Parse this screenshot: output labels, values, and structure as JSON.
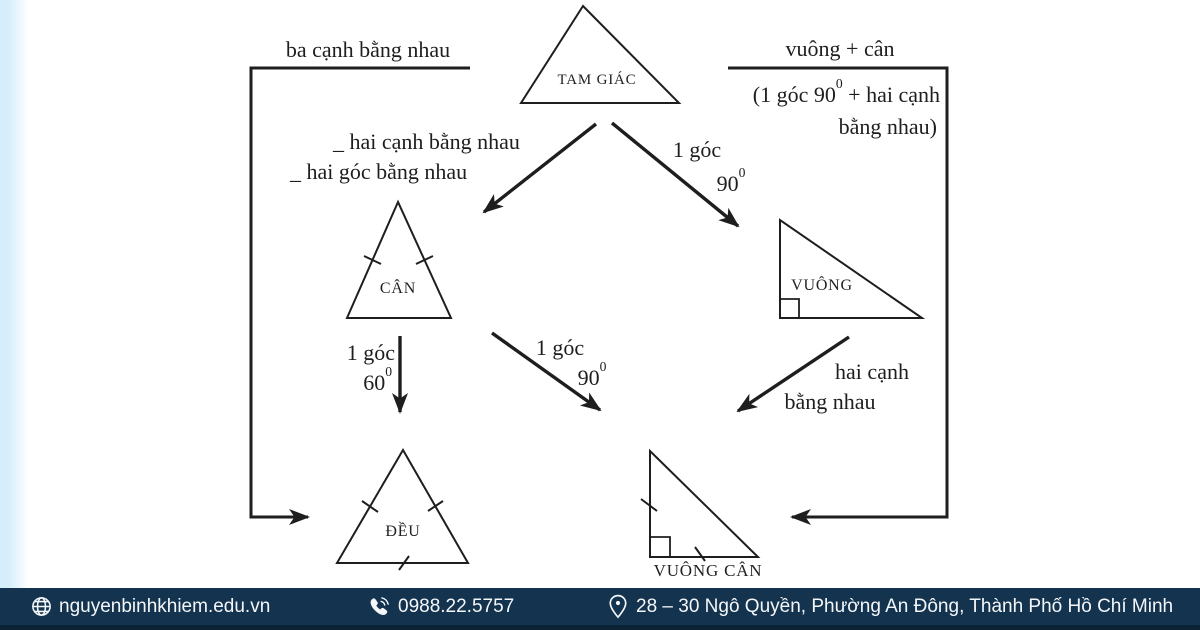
{
  "diagram": {
    "nodes": {
      "tam_giac": "TAM GIÁC",
      "can": "CÂN",
      "vuong": "VUÔNG",
      "deu": "ĐỀU",
      "vuong_can": "VUÔNG CÂN"
    },
    "edges": {
      "tam_giac_to_deu": {
        "label": "ba cạnh bằng nhau"
      },
      "tam_giac_to_vuong_can": {
        "line1": "vuông + cân",
        "line2_pre": "(1 góc 90",
        "line2_sup": "0",
        "line2_post": " + hai cạnh",
        "line3": "bằng nhau)"
      },
      "tam_giac_to_can": {
        "line1": "_ hai cạnh bằng nhau",
        "line2": "_ hai góc bằng nhau"
      },
      "tam_giac_to_vuong": {
        "line1": "1 góc",
        "value": "90",
        "sup": "0"
      },
      "can_to_deu": {
        "line1": "1 góc",
        "value": "60",
        "sup": "0"
      },
      "can_to_vuong_can": {
        "line1": "1 góc",
        "value": "90",
        "sup": "0"
      },
      "vuong_to_vuong_can": {
        "line1": "hai cạnh",
        "line2": "bằng nhau"
      }
    }
  },
  "footer": {
    "website": "nguyenbinhkhiem.edu.vn",
    "phone": "0988.22.5757",
    "address": "28 – 30 Ngô Quyền, Phường An Đông, Thành Phố Hồ Chí Minh"
  },
  "colors": {
    "ink": "#1e1e1e",
    "footer_bg": "#14334e",
    "footer_bottom_strip": "#0c2336",
    "footer_text": "#f4f7fa",
    "left_accent_strip": "#d6eefb"
  }
}
